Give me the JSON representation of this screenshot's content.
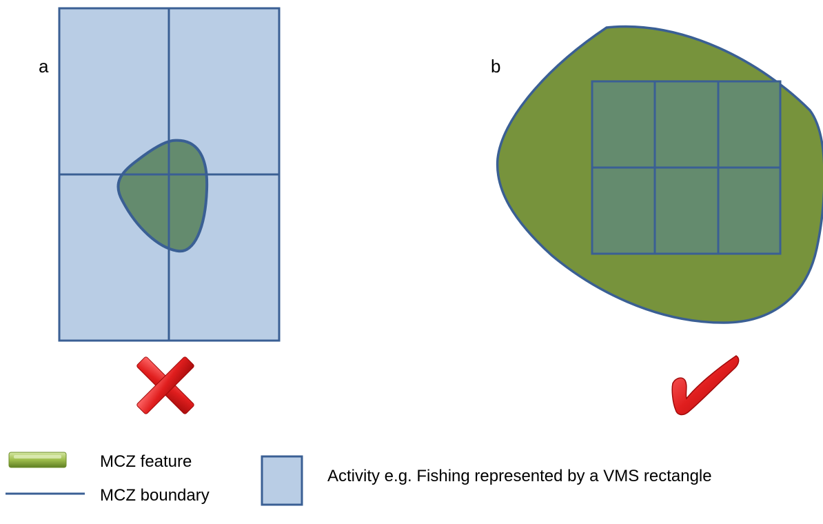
{
  "panels": {
    "a": {
      "label": "a",
      "verdict_icon": "red-cross-icon"
    },
    "b": {
      "label": "b",
      "verdict_icon": "red-check-icon"
    }
  },
  "legend": {
    "feature_label": "MCZ feature",
    "boundary_label": "MCZ boundary",
    "activity_label": "Activity e.g. Fishing represented by a VMS rectangle"
  },
  "colors": {
    "vms_fill": "#b9cde5",
    "boundary_stroke": "#3a5f94",
    "feature_fill": "#77933c",
    "feature_overlap_fill": "#648b6e",
    "verdict_red": "#e01e1e"
  }
}
